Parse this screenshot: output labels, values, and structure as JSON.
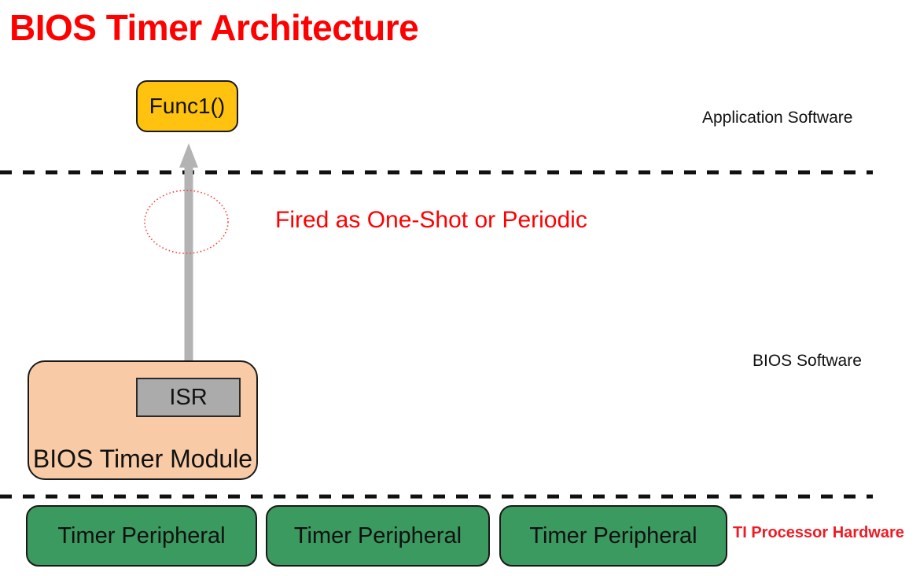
{
  "title": "BIOS Timer Architecture",
  "layers": {
    "application": {
      "label": "Application Software"
    },
    "bios": {
      "label": "BIOS Software"
    },
    "hardware": {
      "label": "TI Processor Hardware"
    }
  },
  "nodes": {
    "func1": {
      "label": "Func1()"
    },
    "bios_timer_module": {
      "label": "BIOS Timer Module"
    },
    "isr": {
      "label": "ISR"
    },
    "timer_peripherals": [
      {
        "label": "Timer Peripheral"
      },
      {
        "label": "Timer Peripheral"
      },
      {
        "label": "Timer Peripheral"
      }
    ]
  },
  "annotations": {
    "fired": "Fired as One-Shot or Periodic"
  },
  "connections": [
    {
      "from": "isr",
      "to": "func1",
      "type": "arrow"
    }
  ],
  "colors": {
    "title_red": "#ff0000",
    "func1_fill": "#ffc20e",
    "module_fill": "#f8cba6",
    "isr_fill": "#ababab",
    "peripheral_fill": "#3a9a60",
    "arrow_gray": "#b3b3b3",
    "annotation_red": "#ff0000",
    "hardware_label_red": "#ed1c24",
    "dashed_line": "#111111"
  }
}
